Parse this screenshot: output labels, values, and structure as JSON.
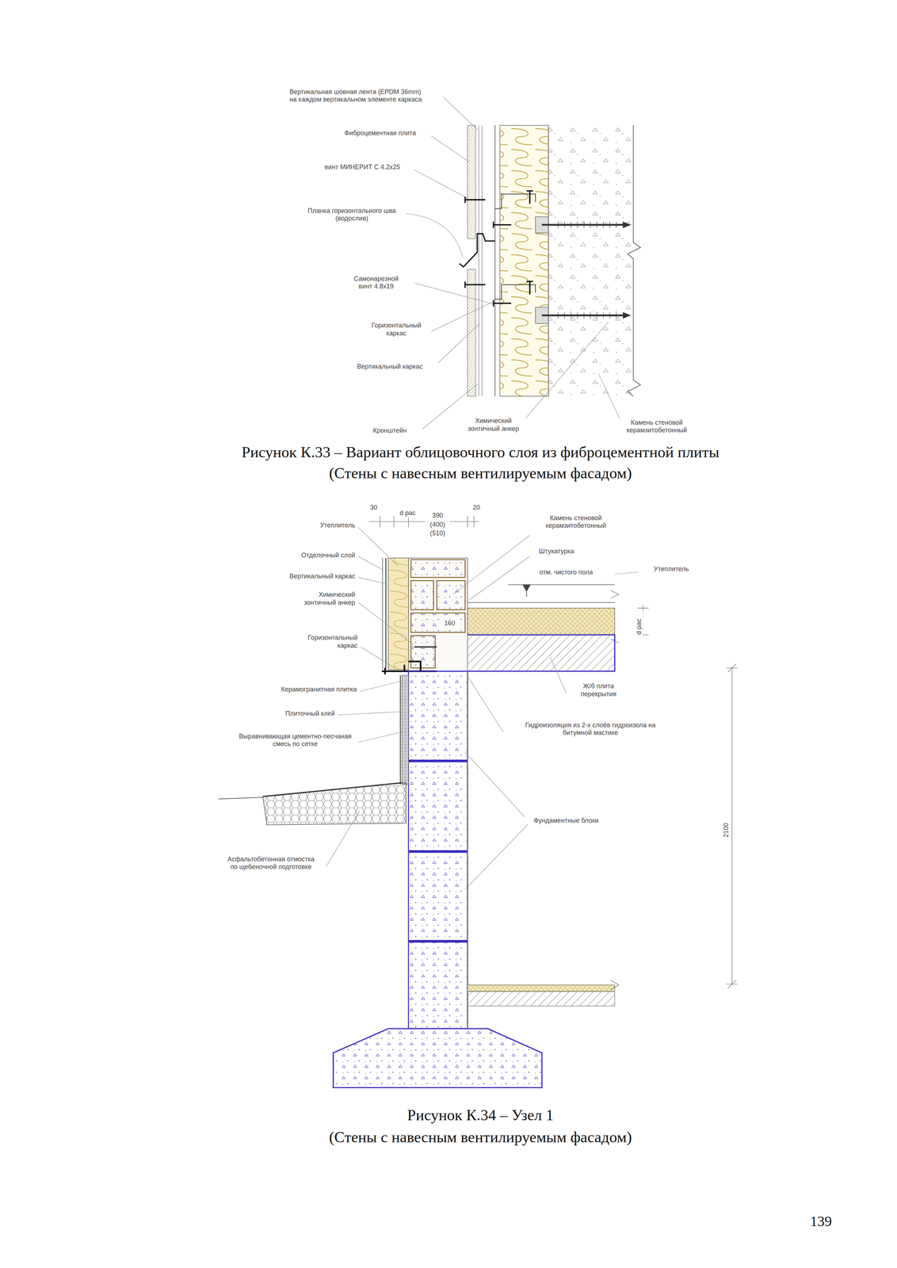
{
  "diagram": {
    "labels": [
      "Вертикальная шовная лента (EPDM 36mm) на каждом вертикальном элементе каркаса",
      "Фиброцементная плита",
      "винт МИНЕРИТ С 4.2x25",
      "Планка горизонтального шва (водослив)",
      "Самонарезной винт 4.8x19",
      "Горизонтальный каркас",
      "Вертикальный каркас",
      "Кронштейн",
      "Химический зонтичный анкер",
      "Камень стеновой керамзитобетонный",
      "Рисунок К.33 – Вариант облицовочного слоя из фиброцементной плиты",
      "(Стены с навесным вентилируемым фасадом)",
      "30",
      "d рас",
      "390",
      "(400)",
      "(510)",
      "20",
      "Утеплитель",
      "Отделочный слой",
      "Вертикальный каркас",
      "Химический зонтичный анкер",
      "Горизонтальный каркас",
      "Керамогранитная плитка",
      "Плиточный клей",
      "Выравнивающая цементно-песчаная смесь по сетке",
      "Асфальтобетонная отмостка по щебеночной подготовке",
      "Камень стеновой керамзитобетонный",
      "Штукатурка",
      "отм. чистого пола",
      "Утеплитель",
      "d рас",
      "160",
      "Ж/б плита перекрытия",
      "Гидроизоляция из 2-х слоёв гидроизола на битумной мастике",
      "Фундаментные блоки",
      "2100",
      "Рисунок К.34 – Узел 1",
      "(Стены с навесным вентилируемым фасадом)",
      "139"
    ]
  }
}
